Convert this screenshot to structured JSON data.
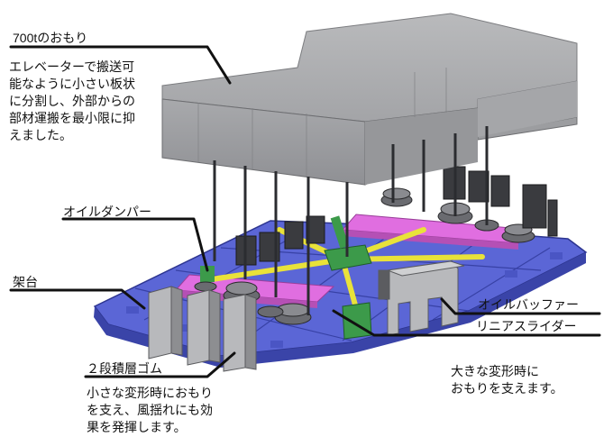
{
  "labels": {
    "weight": "700tのおもり",
    "oil_damper": "オイルダンパー",
    "base": "架台",
    "rubber": "２段積層ゴム",
    "oil_buffer": "オイルバッファー",
    "linear_slider": "リニアスライダー"
  },
  "notes": {
    "weight_note": [
      "エレベーターで搬送可",
      "能なように小さい板状",
      "に分割し、外部からの",
      "部材運搬を最小限に抑",
      "えました。"
    ],
    "rubber_note": [
      "小さな変形時におもり",
      "を支え、風揺れにも効",
      "果を発揮します。"
    ],
    "slider_note": [
      "大きな変形時に",
      "おもりを支えます。"
    ]
  },
  "colors": {
    "base_blue": "#5b66d6",
    "pink": "#e06ee0",
    "yellow": "#e9e23a",
    "green": "#3c9a4a",
    "block_gray": "#a9aaad"
  }
}
